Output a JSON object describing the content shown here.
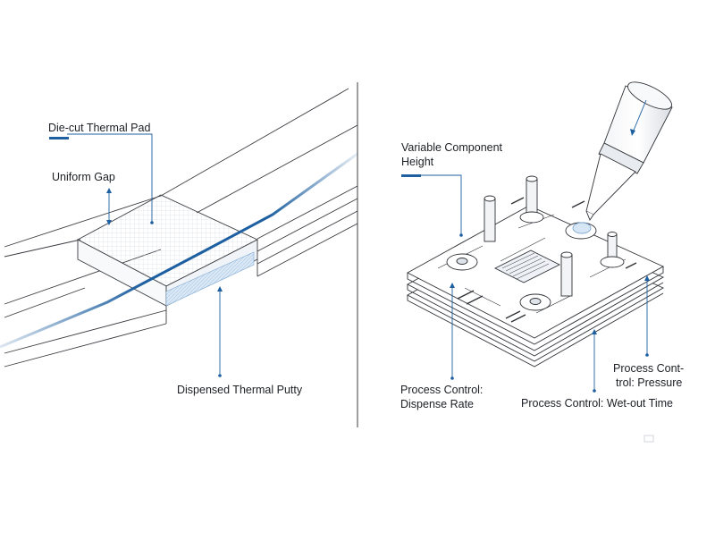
{
  "accent_color": "#1d5fa0",
  "line_color": "#2a2d33",
  "left_panel": {
    "labels": {
      "die_cut_pad": "Die-cut Thermal Pad",
      "uniform_gap": "Uniform Gap",
      "dispensed_putty": "Dispensed Thermal Putty"
    }
  },
  "right_panel": {
    "labels": {
      "variable_height_line1": "Variable Component",
      "variable_height_line2": "Height",
      "dispense_rate_line1": "Process Control:",
      "dispense_rate_line2": "Dispense Rate",
      "wetout_time": "Process Control: Wet-out Time",
      "pressure_line1": "Process Cont-",
      "pressure_line2": "trol: Pressure"
    }
  }
}
